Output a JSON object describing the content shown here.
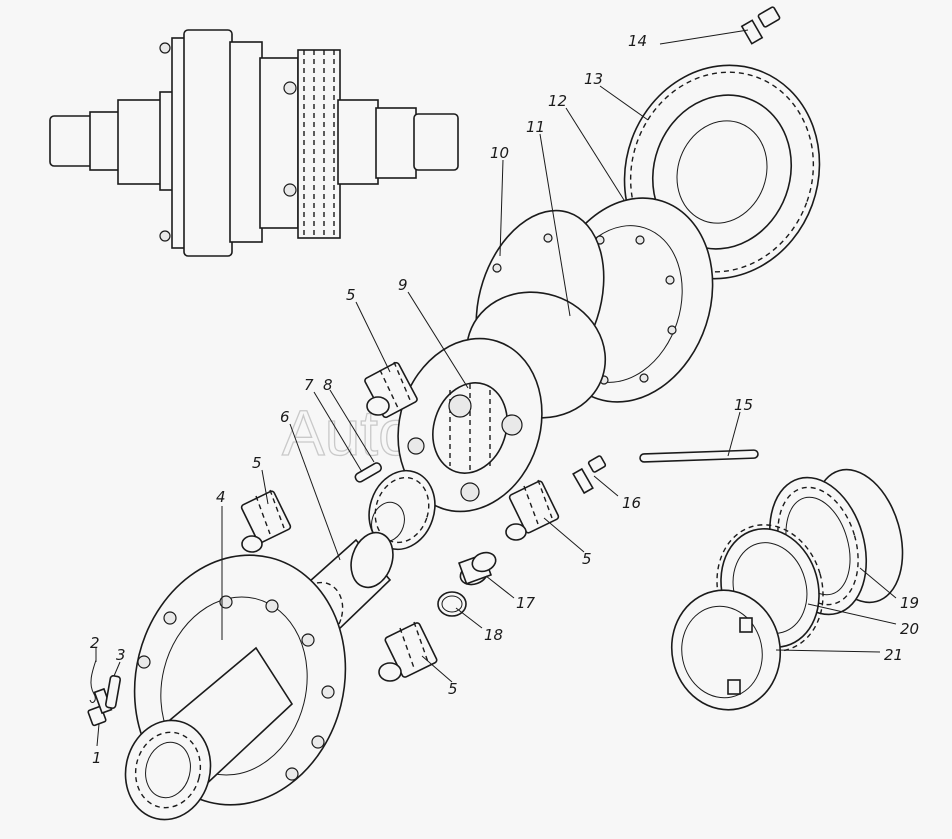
{
  "watermark": "AutoSoft",
  "labels": [
    "1",
    "2",
    "3",
    "4",
    "5",
    "5",
    "5",
    "5",
    "6",
    "7",
    "8",
    "9",
    "10",
    "11",
    "12",
    "13",
    "14",
    "15",
    "16",
    "17",
    "18",
    "19",
    "20",
    "21"
  ]
}
